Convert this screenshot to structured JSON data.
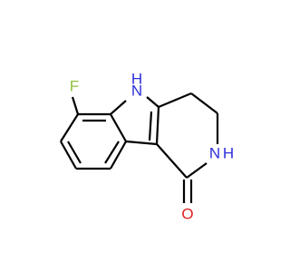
{
  "molecule": {
    "atoms": {
      "fluorine": "F",
      "indole_nh": "N",
      "indole_nh_h": "H",
      "lactam_nh": "N",
      "lactam_nh_h": "H",
      "carbonyl_oxygen": "O"
    },
    "colors": {
      "fluorine": "#90c23c",
      "nitrogen": "#2f2fd9",
      "oxygen": "#e02020",
      "bond": "#000000"
    }
  }
}
